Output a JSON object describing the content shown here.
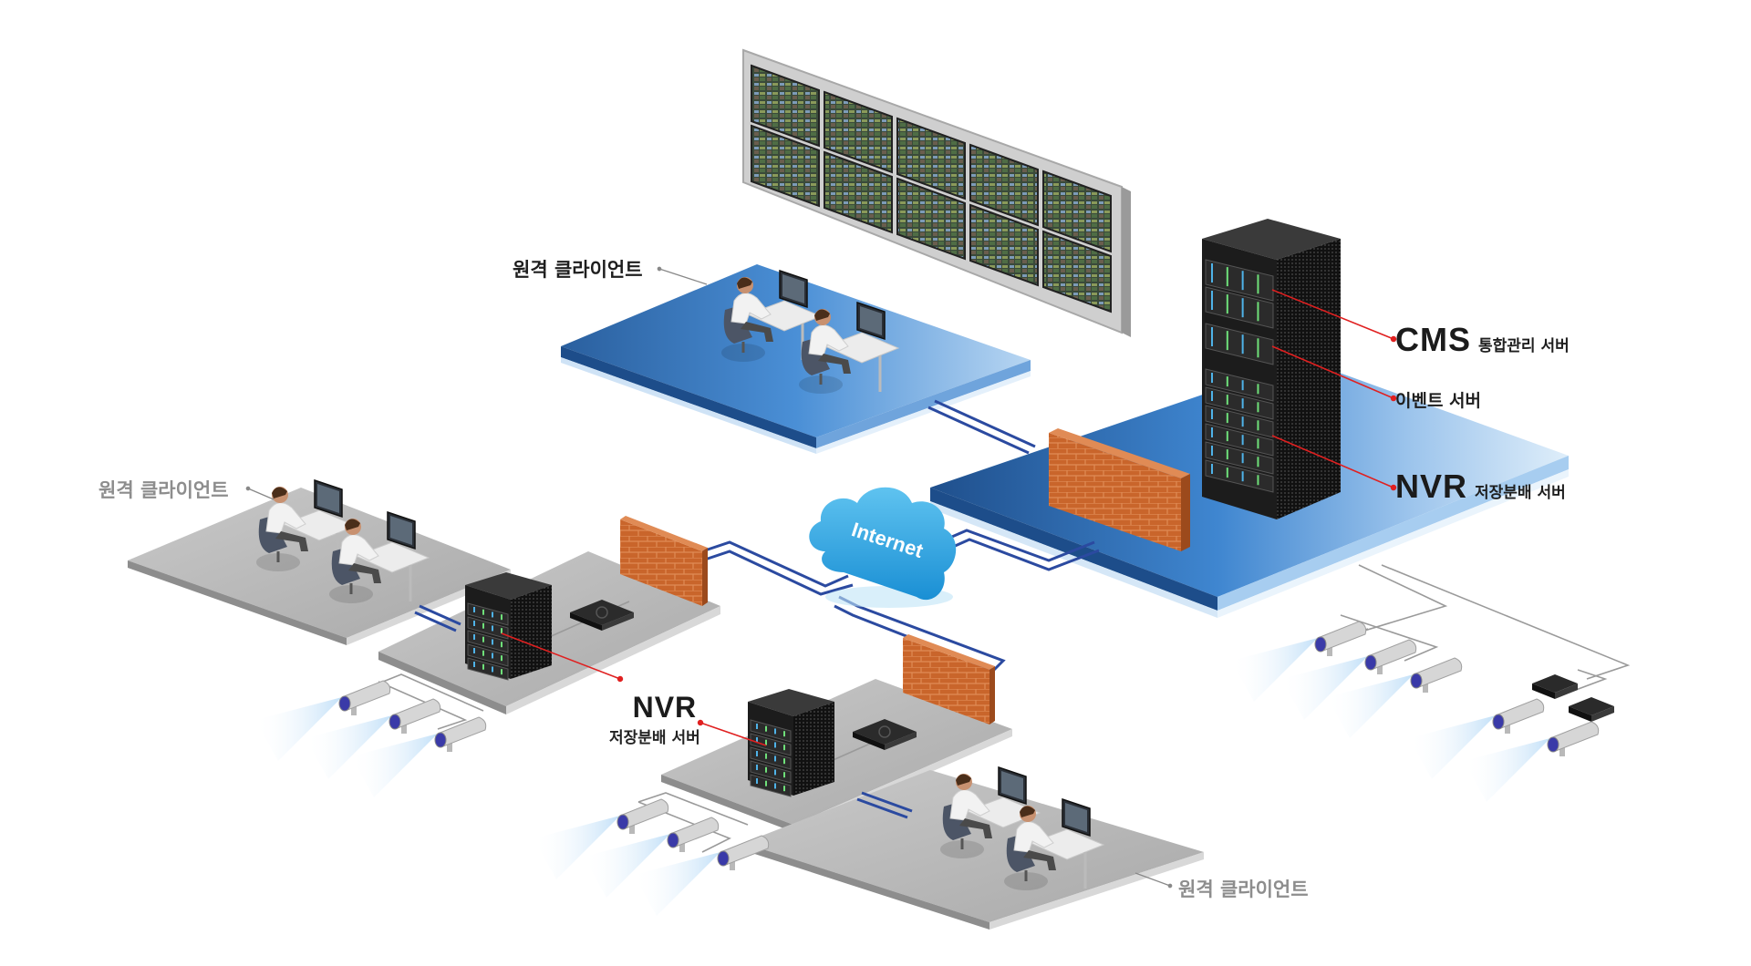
{
  "diagram": {
    "title": "CMS Network Architecture",
    "colors": {
      "hq_platform": "#2f6fb5",
      "hq_platform_light": "#8fbbe8",
      "site_platform": "#b5b5b5",
      "firewall": "#c8642a",
      "wan_line": "#2b4aa0",
      "callout_arrow": "#e02020",
      "cloud": "#2aa6e0",
      "rack": "#1a1a1a"
    },
    "internet": {
      "label": "Internet"
    },
    "hq": {
      "client_label": "원격 클라이언트",
      "servers": [
        {
          "name": "CMS",
          "desc": "통합관리 서버"
        },
        {
          "name": "",
          "desc": "이벤트 서버"
        },
        {
          "name": "NVR",
          "desc": "저장분배 서버"
        }
      ],
      "video_wall": {
        "rows": 2,
        "cols": 5
      },
      "cameras": 5,
      "encoders": 2
    },
    "site_left": {
      "client_label": "원격 클라이언트",
      "cameras": 3
    },
    "site_bottom": {
      "nvr_label": "NVR",
      "nvr_desc": "저장분배 서버",
      "client_label": "원격 클라이언트",
      "cameras": 3
    }
  }
}
